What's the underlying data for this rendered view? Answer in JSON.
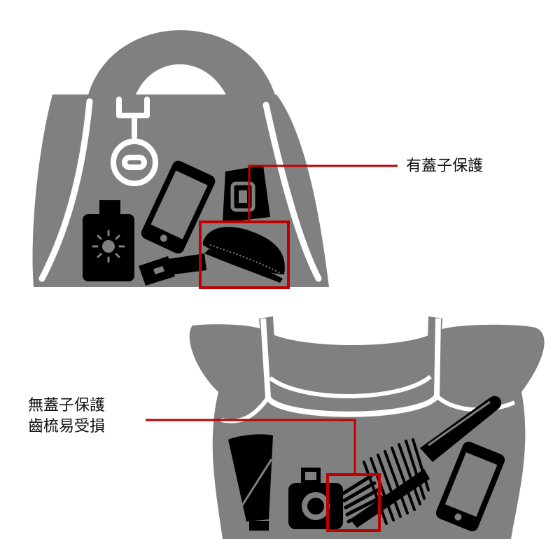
{
  "colors": {
    "bag": "#808080",
    "line": "#ffffff",
    "item": "#000000",
    "highlight": "#c00000",
    "text": "#111111"
  },
  "top_bag": {
    "callout": "有蓋子保護",
    "items": [
      "keychain-icon",
      "phone-icon",
      "wet-wipes-icon",
      "sunscreen-icon",
      "nail-polish-icon",
      "covered-comb-icon"
    ]
  },
  "bottom_bag": {
    "callout_line1": "無蓋子保護",
    "callout_line2": "齒梳易受損",
    "items": [
      "tube-icon",
      "camera-icon",
      "comb-icon",
      "brush-icon",
      "phone-icon"
    ]
  }
}
